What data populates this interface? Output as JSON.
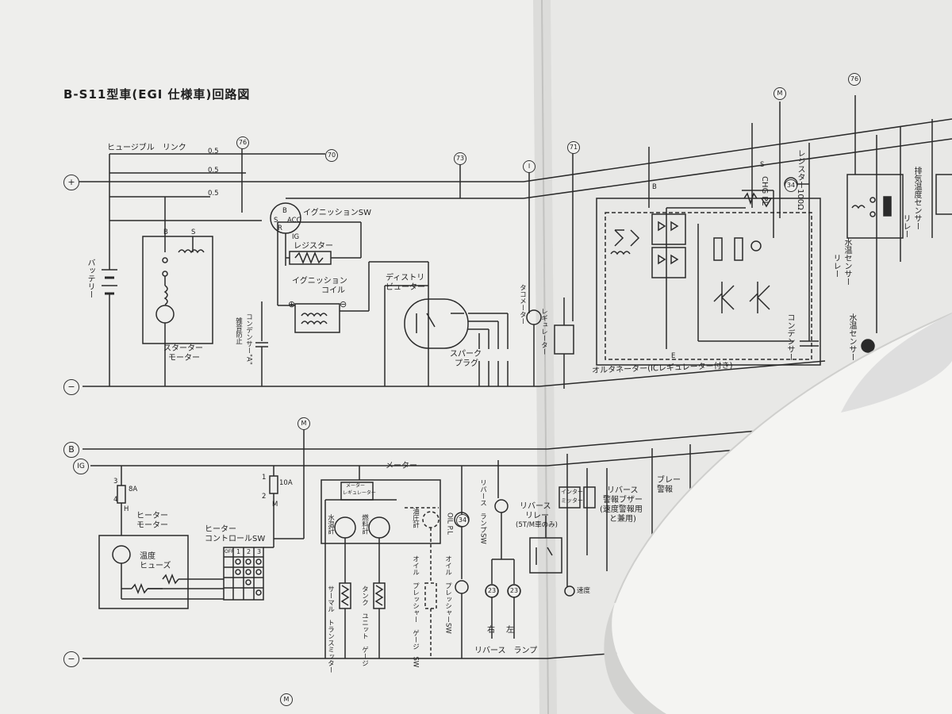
{
  "title": "B-S11型車(EGI 仕様車)回路図",
  "top": {
    "fusible_link": "ヒュージブル　リンク",
    "fuse_values": [
      "0.5",
      "0.5",
      "0.5"
    ],
    "battery": "バッテリー",
    "starter_motor": [
      "スターター",
      "モーター"
    ],
    "ignition_sw": "イグニッションSW",
    "sw_terminals": [
      "B",
      "S",
      "ACC",
      "R",
      "IG"
    ],
    "resistor": "レジスター",
    "ignition_coil": [
      "イグニッション",
      "コイル"
    ],
    "distributor": [
      "ディストリ",
      "ビューター"
    ],
    "spark_plug": [
      "スパーク",
      "プラグ"
    ],
    "condenser_a": [
      "雑音防止",
      "コンデンサー\"A\""
    ],
    "tachometer": "タコメーター",
    "regulator_small": "レギュレーター",
    "alternator": "オルタネーター(ICレギュレーター付き)",
    "chg_pl": "CHG PL",
    "resistor_100": "レジスター100Ω",
    "condenser": "コンデンサー",
    "coolant_relay": [
      "水温センサー",
      "リレー"
    ],
    "coolant_sensor": "水温センサー",
    "exhaust_relay": [
      "排気温度センサー",
      "リレー"
    ],
    "node_labels": [
      "76",
      "70",
      "73",
      "I",
      "71",
      "M",
      "76",
      "34"
    ],
    "terminal_B": "B",
    "terminal_S": "S",
    "terminal_E": "E",
    "terminal_IG": "IG"
  },
  "bottom": {
    "bus_B": "B",
    "bus_IG": "IG",
    "fuse_8a": "8A",
    "fuse_10a": "10A",
    "pin_3": "3",
    "pin_4": "4",
    "pin_H": "H",
    "pin_1": "1",
    "pin_2": "2",
    "pin_M": "M",
    "heater_motor": [
      "ヒーター",
      "モーター"
    ],
    "temp_fuse": [
      "温度",
      "ヒューズ"
    ],
    "heater_control": [
      "ヒーター",
      "コントロールSW"
    ],
    "switch_header": [
      "OFF",
      "1",
      "2",
      "3"
    ],
    "meter": "メーター",
    "meter_regulator": [
      "メーター",
      "レギュレーター"
    ],
    "water_temp_gauge": "水温計",
    "fuel_gauge": "燃料計",
    "oil_pressure_gauge": "油圧計",
    "thermal_transmitter": "サーマル　トランスミッター",
    "tank_unit_gauge": "タンク　ユニット　ゲージ",
    "oil_pressure_gauge_sw": "オイル　プレッシャー　ゲージ　SW",
    "oil_pressure_sw": "オイル　プレッシャーSW",
    "oil_pl": "OIL P.L",
    "node_34": "34",
    "reverse_lamp_sw": "リバース　ランプSW",
    "reverse_relay": [
      "リバース",
      "リレー",
      "(5T/M車のみ)"
    ],
    "node_23": [
      "23",
      "23"
    ],
    "right": "右",
    "left": "左",
    "reverse_lamp": "リバース　ランプ",
    "inhibitor_switch": [
      "インター",
      "ミッター"
    ],
    "reverse_buzzer": [
      "リバース",
      "警報ブザー",
      "(速度警報用",
      "と兼用)"
    ],
    "brake_partial": [
      "ブレー",
      "警報"
    ],
    "speed_partial": "速度",
    "node_M": "M"
  }
}
